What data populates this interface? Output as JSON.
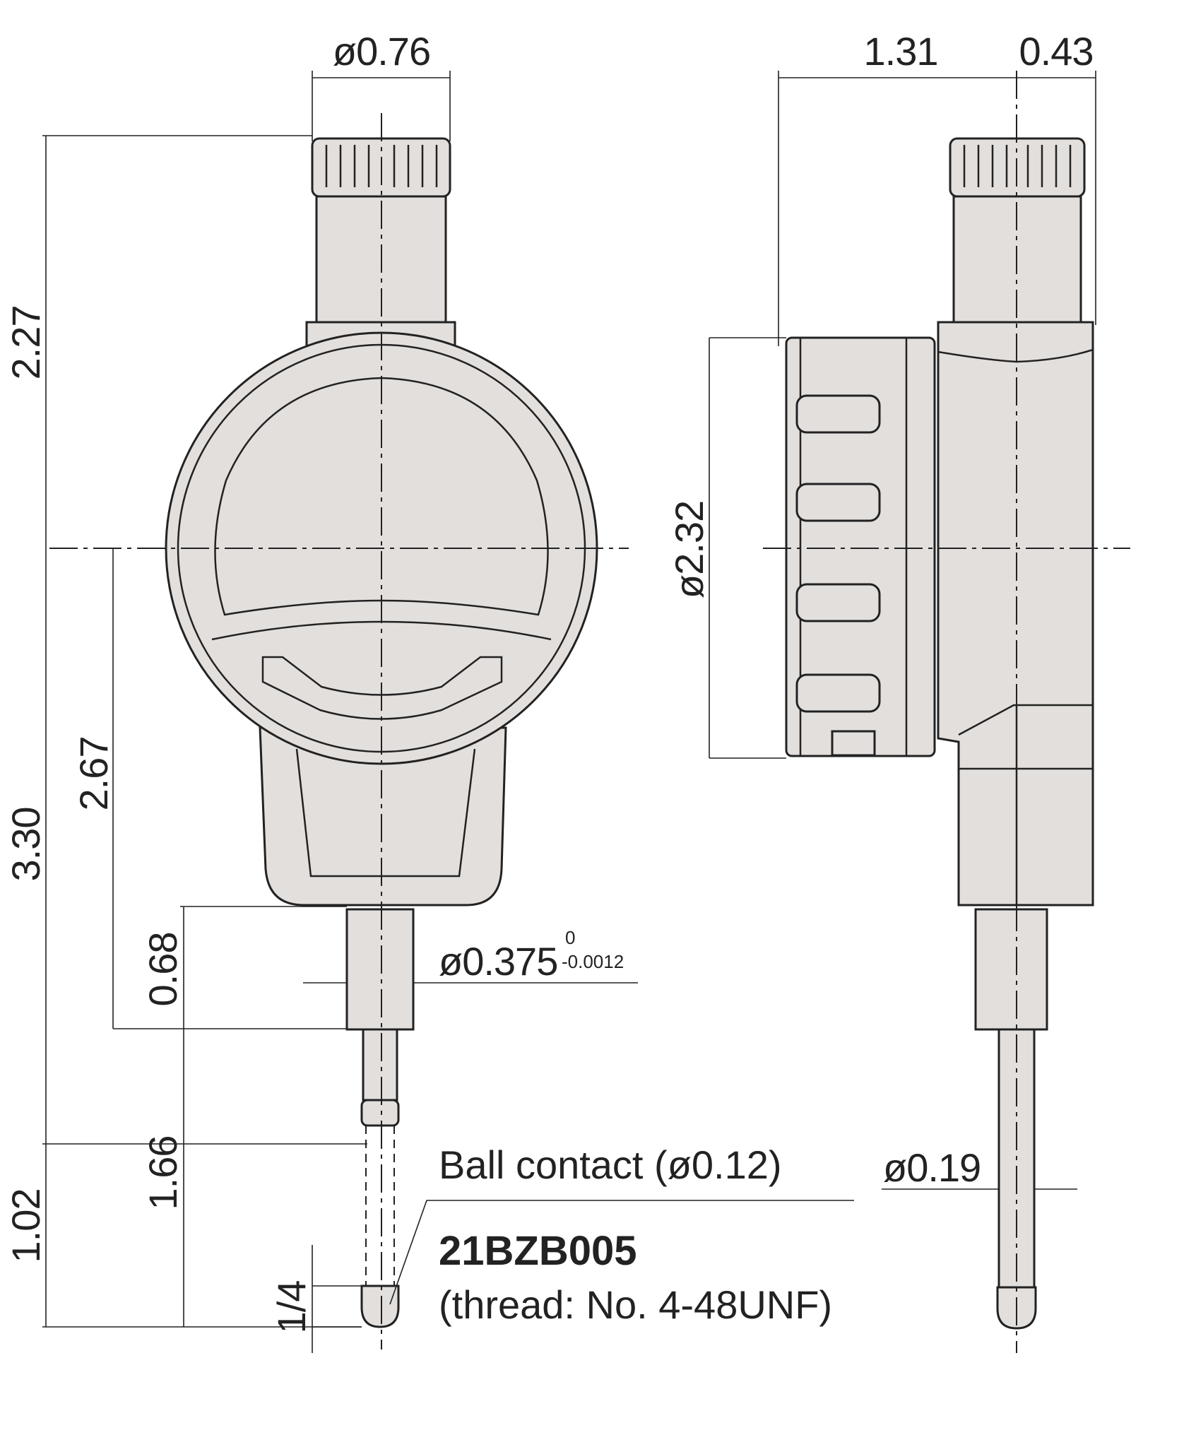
{
  "dimensions": {
    "knob_diameter": "ø0.76",
    "overall_depth_back": "1.31",
    "overall_depth_front": "0.43",
    "upper_height": "2.27",
    "lower_height": "3.30",
    "center_to_stem_end": "2.67",
    "stem_length": "0.68",
    "stem_diameter": "ø0.375",
    "stem_tol_upper": "0",
    "stem_tol_lower": "-0.0012",
    "bezel_diameter": "ø2.32",
    "spindle_diameter": "ø0.19",
    "contact_length": "1.66",
    "stroke_extra": "1.02",
    "thread_length": "1/4"
  },
  "notes": {
    "ball_contact": "Ball contact (ø0.12)",
    "contact_point_model": "21BZB005",
    "thread": "(thread: No. 4-48UNF)"
  },
  "colors": {
    "body_fill": "#e3dfdd",
    "line": "#222222"
  }
}
